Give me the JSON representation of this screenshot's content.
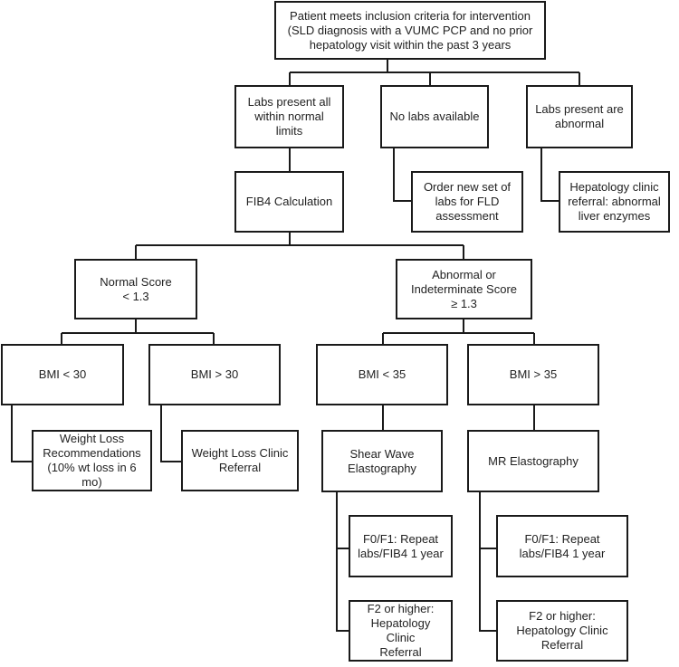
{
  "diagram": {
    "nodes": {
      "root": "Patient meets inclusion criteria for intervention\n(SLD diagnosis with a VUMC PCP and no prior\nhepatology visit within the past 3 years",
      "labs_normal": "Labs present all\nwithin normal limits",
      "no_labs": "No labs available",
      "labs_abnormal": "Labs present are\nabnormal",
      "order_labs": "Order new set of\nlabs for FLD\nassessment",
      "hep_referral_enzymes": "Hepatology clinic\nreferral: abnormal\nliver enzymes",
      "fib4": "FIB4 Calculation",
      "normal_score": "Normal Score\n< 1.3",
      "abnormal_score": "Abnormal or\nIndeterminate Score\n≥ 1.3",
      "bmi_lt30": "BMI < 30",
      "bmi_gt30": "BMI > 30",
      "bmi_lt35": "BMI < 35",
      "bmi_gt35": "BMI > 35",
      "weight_loss_rec": "Weight Loss\nRecommendations\n(10% wt loss in 6 mo)",
      "weight_loss_clinic": "Weight Loss Clinic\nReferral",
      "shear_wave": "Shear Wave\nElastography",
      "mr_elasto": "MR Elastography",
      "f0f1_left": "F0/F1: Repeat\nlabs/FIB4 1 year",
      "f2_left": "F2 or higher:\nHepatology Clinic\nReferral",
      "f0f1_right": "F0/F1: Repeat\nlabs/FIB4 1 year",
      "f2_right": "F2 or higher:\nHepatology Clinic\nReferral"
    }
  }
}
